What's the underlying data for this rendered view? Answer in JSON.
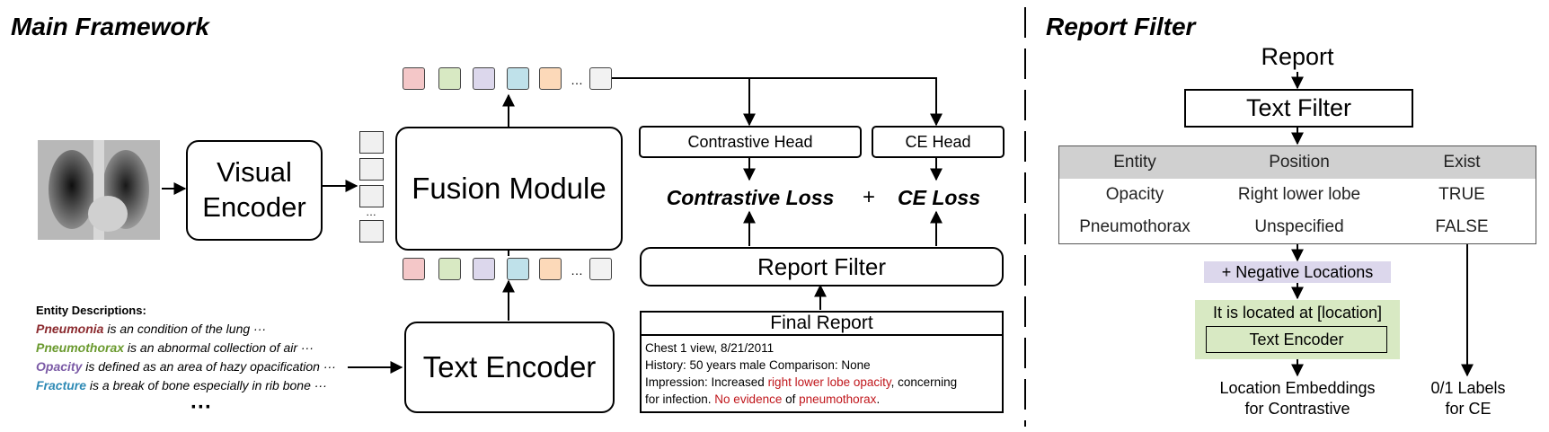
{
  "main_title": "Main Framework",
  "filter_title": "Report Filter",
  "visual_encoder": [
    "Visual",
    "Encoder"
  ],
  "fusion_module": "Fusion Module",
  "text_encoder": "Text Encoder",
  "contrastive_head": "Contrastive Head",
  "ce_head": "CE Head",
  "contrastive_loss": "Contrastive Loss",
  "plus": "+",
  "ce_loss": "CE Loss",
  "report_filter": "Report Filter",
  "ellipsis": "···",
  "ellipsis_small": "…",
  "token_colors": [
    "#f4c7c8",
    "#d8e9c3",
    "#dcd7ec",
    "#bfe1ea",
    "#fcd9b9",
    "#f2f2f2"
  ],
  "entity": {
    "heading": "Entity Descriptions:",
    "items": [
      {
        "term": "Pneumonia",
        "rest": " is an  condition of the lung ···",
        "color": "#8b2a2e"
      },
      {
        "term": "Pneumothorax",
        "rest": " is an abnormal collection of air  ···",
        "color": "#6a9a2e"
      },
      {
        "term": "Opacity",
        "rest": " is defined as an area of hazy opacification ···",
        "color": "#7b5aa6"
      },
      {
        "term": "Fracture",
        "rest": " is a break of bone especially in rib bone ···",
        "color": "#2e8ab5"
      }
    ],
    "more": "···"
  },
  "final_report": {
    "title": "Final Report",
    "line1": "Chest 1 view, 8/21/2011",
    "line2": "History: 50 years male   Comparison: None",
    "line3_a": "Impression: Increased ",
    "line3_b": "right lower lobe opacity",
    "line3_c": ", concerning",
    "line4_a": "for infection. ",
    "line4_b": "No evidence",
    "line4_c": " of ",
    "line4_d": "pneumothorax",
    "line4_e": "."
  },
  "rf": {
    "report": "Report",
    "text_filter": "Text Filter",
    "table": {
      "headers": [
        "Entity",
        "Position",
        "Exist"
      ],
      "rows": [
        [
          "Opacity",
          "Right lower lobe",
          "TRUE"
        ],
        [
          "Pneumothorax",
          "Unspecified",
          "FALSE"
        ]
      ]
    },
    "neg_locations": "+ Negative Locations",
    "located_at": "It is located at [location]",
    "text_encoder": "Text Encoder",
    "loc_emb": [
      "Location Embeddings",
      "for Contrastive"
    ],
    "labels": [
      "0/1 Labels",
      "for CE"
    ]
  }
}
